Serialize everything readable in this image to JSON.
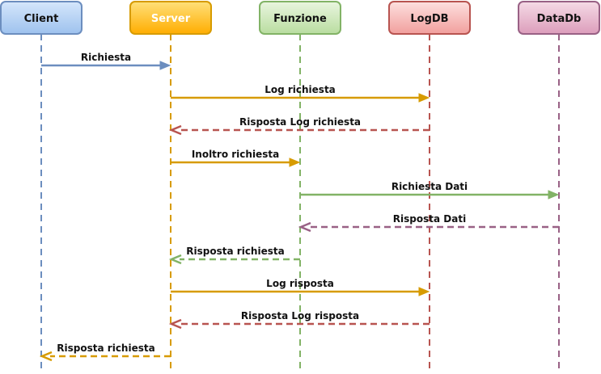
{
  "actors": [
    {
      "id": "client",
      "label": "Client",
      "fill_top": "#d5e6fb",
      "fill_bottom": "#9ec2ee",
      "stroke": "#6c8ebf",
      "text": "#111111"
    },
    {
      "id": "server",
      "label": "Server",
      "fill_top": "#ffe07a",
      "fill_bottom": "#ffad00",
      "stroke": "#d79b00",
      "text": "#ffffff"
    },
    {
      "id": "funzione",
      "label": "Funzione",
      "fill_top": "#e9f5df",
      "fill_bottom": "#b9dda0",
      "stroke": "#82b366",
      "text": "#111111"
    },
    {
      "id": "logdb",
      "label": "LogDB",
      "fill_top": "#fde0df",
      "fill_bottom": "#f19f9d",
      "stroke": "#b85450",
      "text": "#111111"
    },
    {
      "id": "datadb",
      "label": "DataDb",
      "fill_top": "#f5dbe6",
      "fill_bottom": "#dc9dbb",
      "stroke": "#996185",
      "text": "#111111"
    }
  ],
  "messages": [
    {
      "label": "Richiesta",
      "from": "client",
      "to": "server",
      "style": "solid",
      "color": "#6c8ebf"
    },
    {
      "label": "Log richiesta",
      "from": "server",
      "to": "logdb",
      "style": "solid",
      "color": "#d79b00"
    },
    {
      "label": "Risposta Log richiesta",
      "from": "logdb",
      "to": "server",
      "style": "dashed",
      "color": "#b85450"
    },
    {
      "label": "Inoltro richiesta",
      "from": "server",
      "to": "funzione",
      "style": "solid",
      "color": "#d79b00"
    },
    {
      "label": "Richiesta Dati",
      "from": "funzione",
      "to": "datadb",
      "style": "solid",
      "color": "#82b366"
    },
    {
      "label": "Risposta Dati",
      "from": "datadb",
      "to": "funzione",
      "style": "dashed",
      "color": "#996185"
    },
    {
      "label": "Risposta richiesta",
      "from": "funzione",
      "to": "server",
      "style": "dashed",
      "color": "#82b366"
    },
    {
      "label": "Log risposta",
      "from": "server",
      "to": "logdb",
      "style": "solid",
      "color": "#d79b00"
    },
    {
      "label": "Risposta Log risposta",
      "from": "logdb",
      "to": "server",
      "style": "dashed",
      "color": "#b85450"
    },
    {
      "label": "Risposta richiesta",
      "from": "server",
      "to": "client",
      "style": "dashed",
      "color": "#d79b00"
    }
  ]
}
